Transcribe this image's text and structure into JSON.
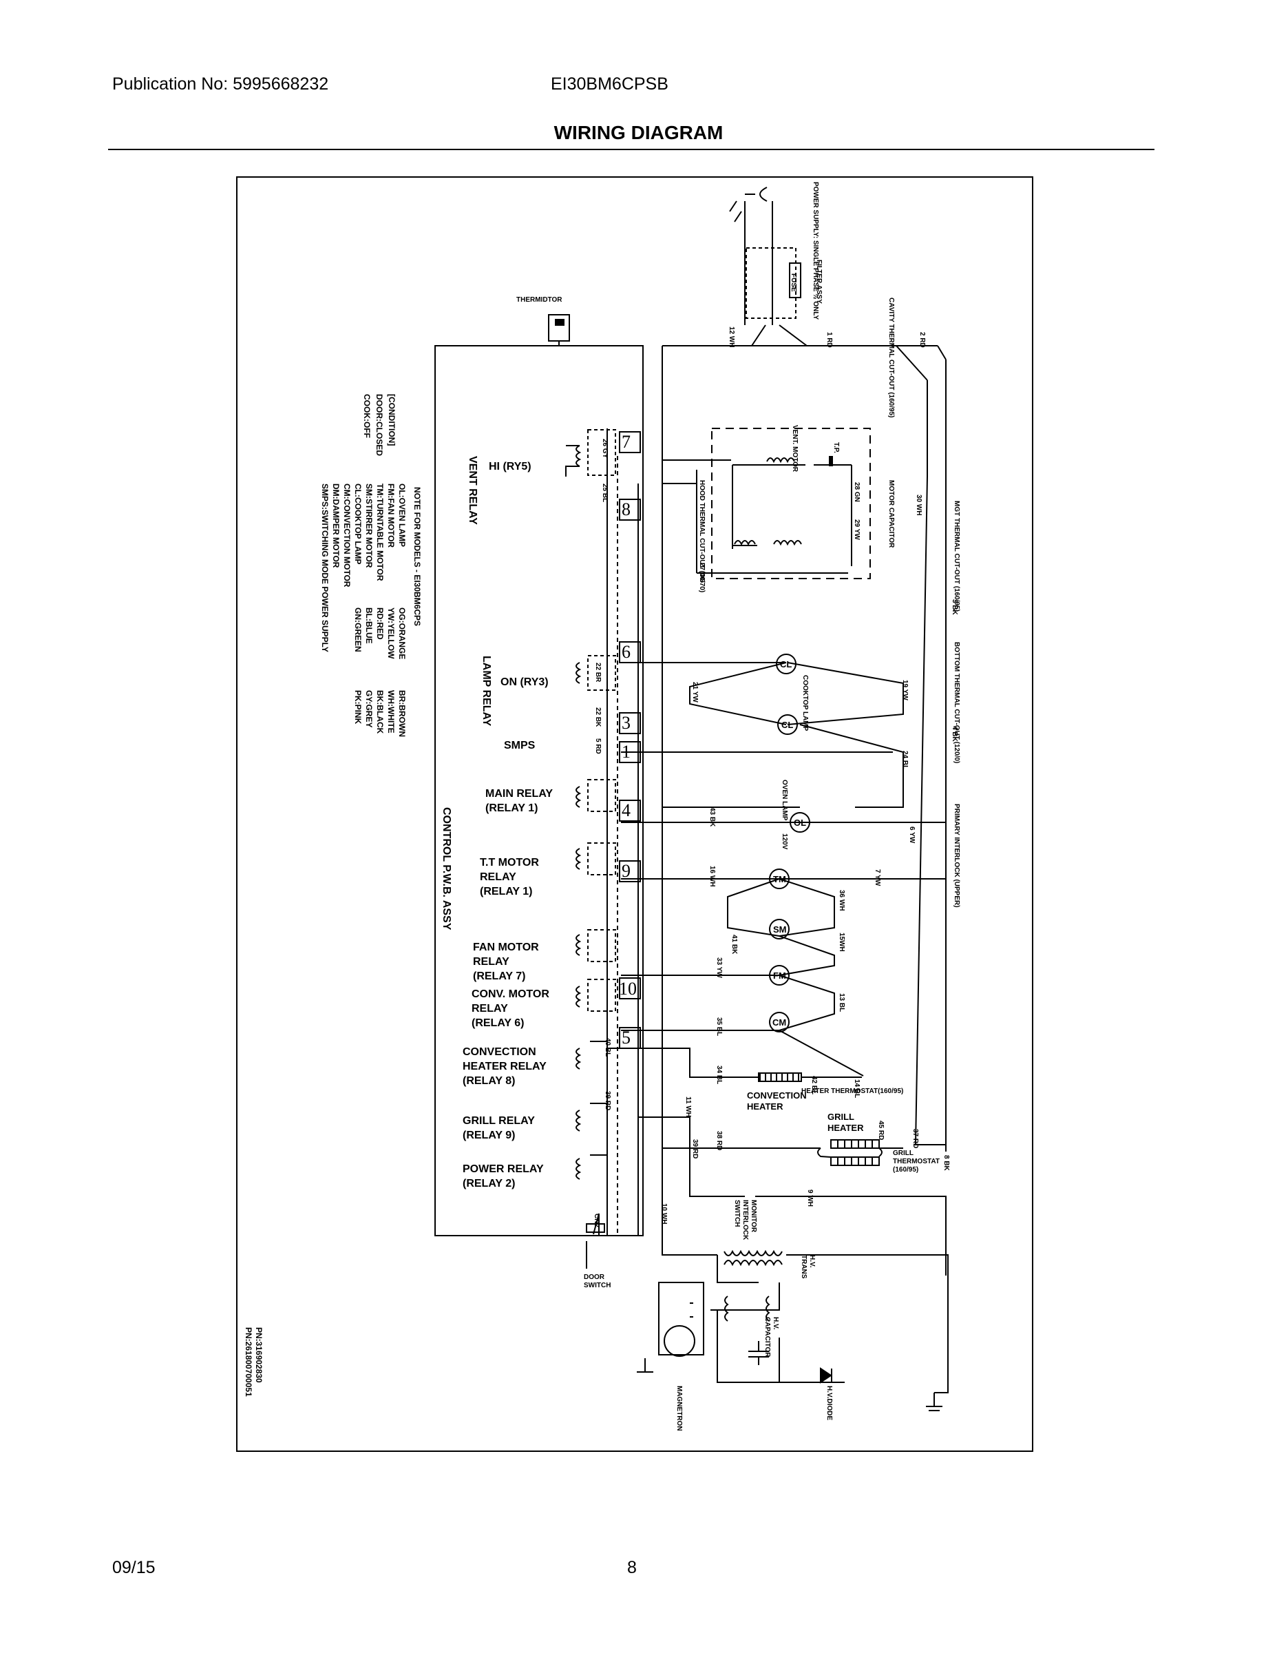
{
  "header": {
    "publication": "Publication No: 5995668232",
    "model": "EI30BM6CPSB",
    "title": "WIRING DIAGRAM"
  },
  "footer": {
    "date": "09/15",
    "page": "8"
  },
  "diagram": {
    "power_supply": "POWER SUPPLY: SINGLE PHASE ½ ONLY",
    "filter_assy": "FILTER ASSY",
    "fuse": "FUSE",
    "thermistor": "THERMIDTOR",
    "cavity_thermal": "CAVITY THERMAL CUT-OUT (160/95)",
    "mgt_thermal": "MGT THERMAL CUT-OUT (160/95)",
    "bottom_thermal": "BOTTOM THERMAL CUT-OUT (120/0)",
    "primary_interlock": "PRIMARY INTERLOCK (UPPER)",
    "hood_thermal": "HOOD THERMAL CUT-OUT (40/70)",
    "vent_motor": "VENT. MOTOR",
    "motor_capacitor": "MOTOR CAPACITOR",
    "tp": "T.P.",
    "cooktop_lamp": "COOKTOP LAMP",
    "oven_lamp": "OVEN LAMP",
    "v120": "120V",
    "vent_relay": "VENT RELAY",
    "lamp_relay": "LAMP RELAY",
    "control_pwb": "CONTROL P.W.B. ASSY",
    "hi_ry5": "HI (RY5)",
    "on_ry3": "ON (RY3)",
    "smps": "SMPS",
    "main_relay": [
      "MAIN RELAY",
      "(RELAY 1)"
    ],
    "tt_motor_relay": [
      "T.T MOTOR",
      "RELAY",
      "(RELAY 1)"
    ],
    "fan_motor_relay": [
      "FAN MOTOR",
      "RELAY",
      "(RELAY 7)"
    ],
    "conv_motor_relay": [
      "CONV. MOTOR",
      "RELAY",
      "(RELAY 6)"
    ],
    "conv_heater_relay": [
      "CONVECTION",
      "HEATER RELAY",
      "(RELAY 8)"
    ],
    "grill_relay": [
      "GRILL RELAY",
      "(RELAY 9)"
    ],
    "power_relay": [
      "POWER RELAY",
      "(RELAY 2)"
    ],
    "connectors": [
      "7",
      "8",
      "6",
      "3",
      "1",
      "4",
      "9",
      "10",
      "5"
    ],
    "components": [
      "CL",
      "CL",
      "OL",
      "TM",
      "SM",
      "FM",
      "CM"
    ],
    "heater_thermostat": "HEATER THERMOSTAT(160/95)",
    "convection_heater": [
      "CONVECTION",
      "HEATER"
    ],
    "grill_heater": [
      "GRILL",
      "HEATER"
    ],
    "grill_thermostat": [
      "GRILL",
      "THERMOSTAT",
      "(160/95)"
    ],
    "monitor_switch": [
      "MONITOR",
      "INTERLOCK",
      "SWITCH"
    ],
    "hv_trans": [
      "H.V.",
      "TRANS"
    ],
    "hv_capacitor": [
      "H.V.",
      "CAPACITOR"
    ],
    "hv_diode": "H.V.DIODE",
    "magnetron": "MAGNETRON",
    "door_switch": [
      "DOOR",
      "SWITCH"
    ],
    "cn2": "CN2",
    "wires": {
      "w1": "1 RD",
      "w2": "2 RD",
      "w12": "12 WH",
      "w30": "30 WH",
      "w3": "3 BK",
      "w4": "4 BK",
      "w26": "26 GY",
      "w25": "25 BL",
      "w27": "27 OG",
      "w28": "28 GN",
      "w29": "29 YW",
      "w21": "21 YW",
      "w19": "19 YW",
      "w22b": "22 BR",
      "w22k": "22 BK",
      "w5": "5 RD",
      "w24": "24 BL",
      "w43": "43 BK",
      "w6": "6 YW",
      "w7": "7 YW",
      "w16": "16 WH",
      "w36": "36 WH",
      "w41": "41 BK",
      "w15": "15WH",
      "w33": "33 YW",
      "w13": "13 BL",
      "w35": "35 BL",
      "w40": "40 BL",
      "w34": "34 BL",
      "w42": "42 BL",
      "w14": "14 BL",
      "w39": "39 RD",
      "w11": "11 WH",
      "w38": "38 RD",
      "w45": "45 RD",
      "w37": "37 RD",
      "w8": "8 BK",
      "w9": "9 WH",
      "w10": "10 WH"
    },
    "notes": {
      "title": "NOTE FOR MODELS - EI30BM6CPS",
      "condition": [
        "[CONDITION]",
        "DOOR:CLOSED",
        "COOK:OFF"
      ],
      "legend": [
        "OL:OVEN LAMP",
        "FM:FAN MOTOR",
        "TM:TURNTABLE MOTOR",
        "SM:STIRRER MOTOR",
        "CL:COOKTOP LAMP",
        "CM:CONVECTION MOTOR",
        "DM:DAMPER MOTOR",
        "SMPS:SWITCHING MODE POWER SUPPLY"
      ],
      "colors1": [
        "OG:ORANGE",
        "YW:YELLOW",
        "RD:RED",
        "BL:BLUE",
        "GN:GREEN"
      ],
      "colors2": [
        "BR:BROWN",
        "WH:WHITE",
        "BK:BLACK",
        "GY:GREY",
        "PK:PINK"
      ]
    },
    "part_numbers": [
      "PN:316902830",
      "PN:261800700051"
    ]
  }
}
